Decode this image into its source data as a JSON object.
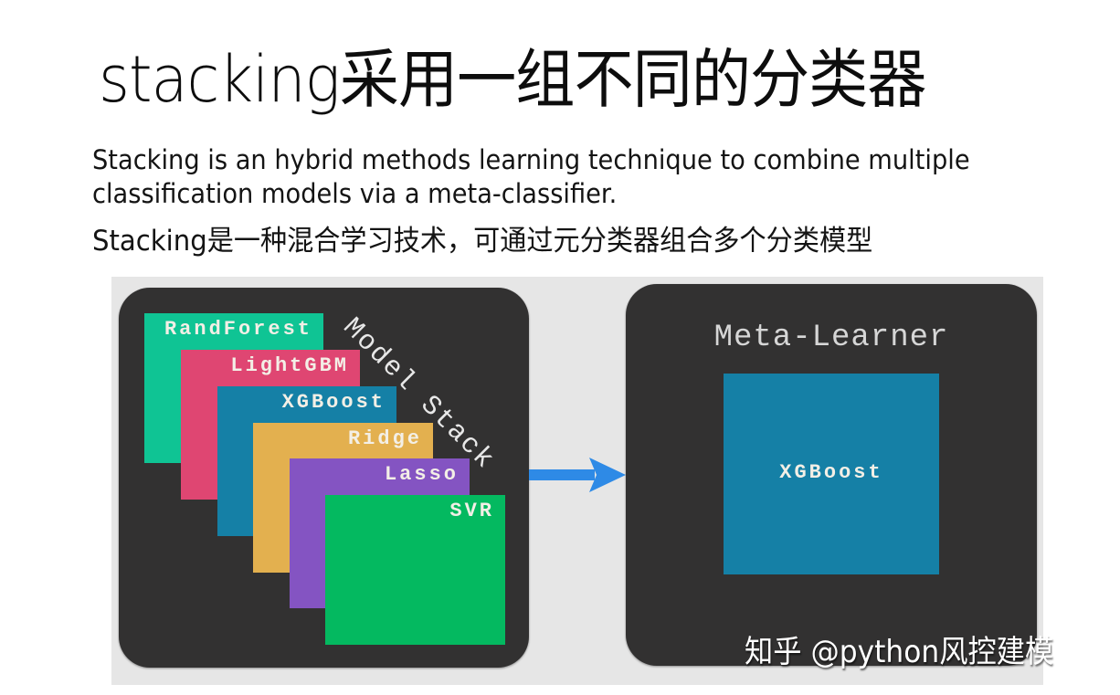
{
  "title": "stacking采用一组不同的分类器",
  "description_en": {
    "line1": "Stacking is an hybrid methods learning technique to combine multiple",
    "line2": "classification models via a meta-classifier."
  },
  "description_zh": "Stacking是一种混合学习技术，可通过元分类器组合多个分类模型",
  "diagram": {
    "stack_label": "Model Stack",
    "models": [
      {
        "label": "RandForest",
        "color": "#0fc494"
      },
      {
        "label": "LightGBM",
        "color": "#df4672"
      },
      {
        "label": "XGBoost",
        "color": "#1580a6"
      },
      {
        "label": "Ridge",
        "color": "#e3b04f"
      },
      {
        "label": "Lasso",
        "color": "#8454c2"
      },
      {
        "label": "SVR",
        "color": "#04b960"
      }
    ],
    "arrow_color": "#2e8ae6",
    "meta_learner": {
      "title": "Meta-Learner",
      "model_label": "XGBoost",
      "model_color": "#1580a6"
    },
    "panel_color": "#323131",
    "background_color": "#e6e6e6"
  },
  "watermark": "知乎 @python风控建模"
}
